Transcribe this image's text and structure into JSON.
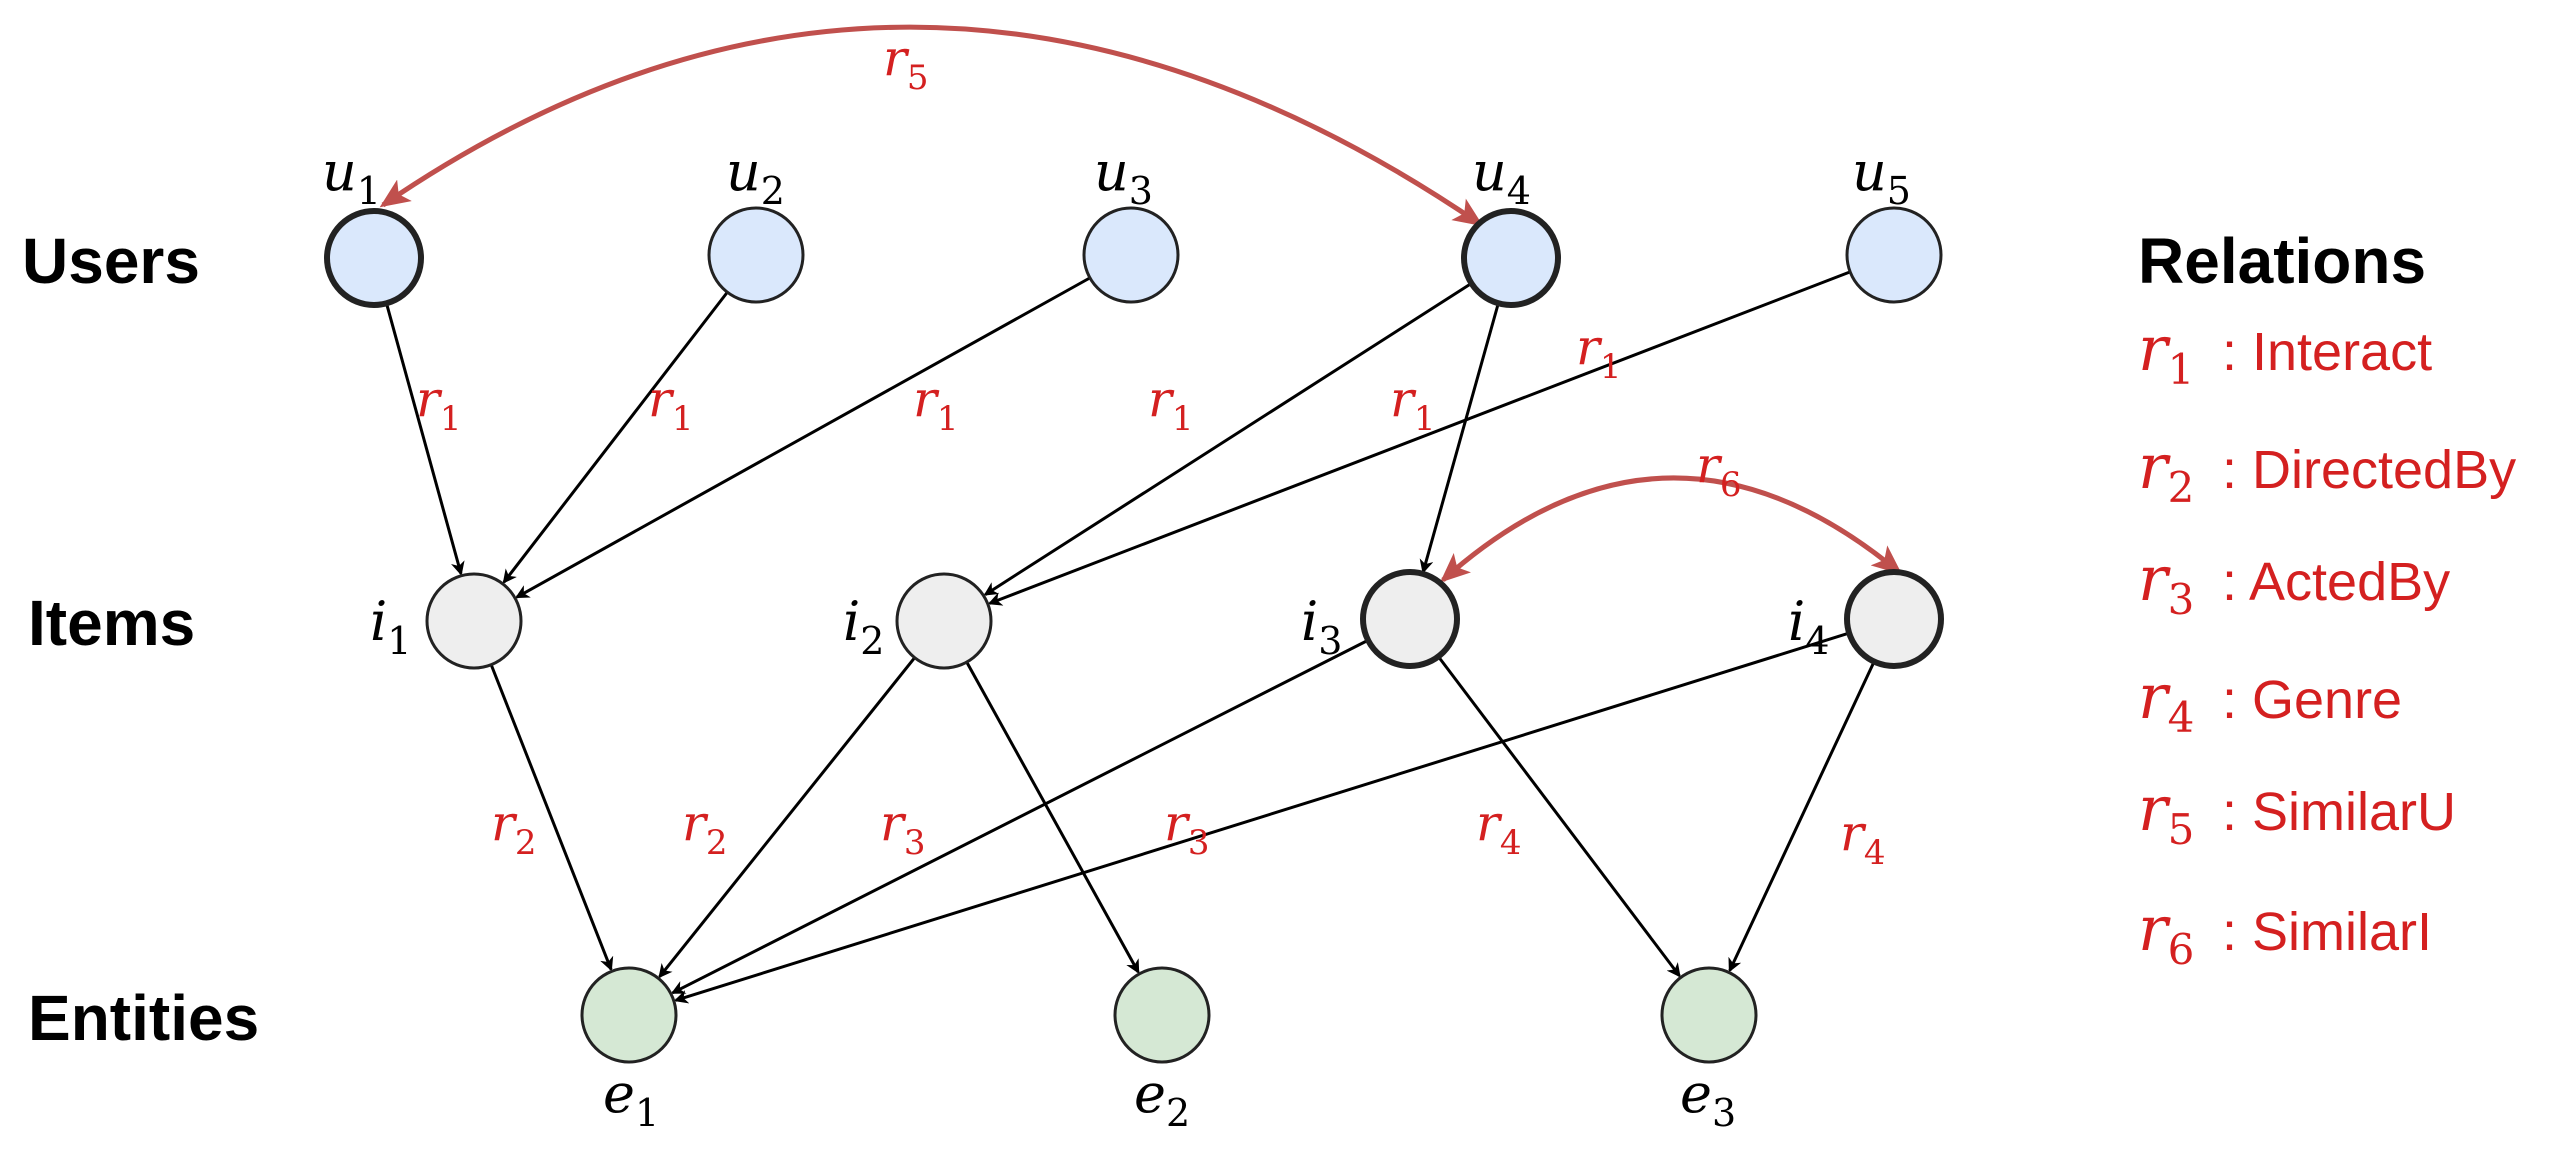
{
  "colors": {
    "relation_text": "#d42020",
    "curved_edge": "#c0504d",
    "user_fill": "#dae8fc",
    "item_fill": "#eeeeee",
    "entity_fill": "#d5e8d4",
    "node_stroke": "#222222",
    "edge": "#000000"
  },
  "rows": {
    "users": "Users",
    "items": "Items",
    "entities": "Entities"
  },
  "legend": {
    "title": "Relations",
    "entries": [
      {
        "sym": "r",
        "sub": "1",
        "text": ": Interact"
      },
      {
        "sym": "r",
        "sub": "2",
        "text": ": DirectedBy"
      },
      {
        "sym": "r",
        "sub": "3",
        "text": ": ActedBy"
      },
      {
        "sym": "r",
        "sub": "4",
        "text": ": Genre"
      },
      {
        "sym": "r",
        "sub": "5",
        "text": ": SimilarU"
      },
      {
        "sym": "r",
        "sub": "6",
        "text": ": SimilarI"
      }
    ]
  },
  "nodes": {
    "users": [
      {
        "id": "u1",
        "sym": "u",
        "sub": "1",
        "emphasized": true
      },
      {
        "id": "u2",
        "sym": "u",
        "sub": "2",
        "emphasized": false
      },
      {
        "id": "u3",
        "sym": "u",
        "sub": "3",
        "emphasized": false
      },
      {
        "id": "u4",
        "sym": "u",
        "sub": "4",
        "emphasized": true
      },
      {
        "id": "u5",
        "sym": "u",
        "sub": "5",
        "emphasized": false
      }
    ],
    "items": [
      {
        "id": "i1",
        "sym": "i",
        "sub": "1",
        "emphasized": false
      },
      {
        "id": "i2",
        "sym": "i",
        "sub": "2",
        "emphasized": false
      },
      {
        "id": "i3",
        "sym": "i",
        "sub": "3",
        "emphasized": true
      },
      {
        "id": "i4",
        "sym": "i",
        "sub": "4",
        "emphasized": true
      }
    ],
    "entities": [
      {
        "id": "e1",
        "sym": "e",
        "sub": "1",
        "emphasized": false
      },
      {
        "id": "e2",
        "sym": "e",
        "sub": "2",
        "emphasized": false
      },
      {
        "id": "e3",
        "sym": "e",
        "sub": "3",
        "emphasized": false
      }
    ]
  },
  "edges": [
    {
      "from": "u1",
      "to": "i1",
      "rel": "1"
    },
    {
      "from": "u2",
      "to": "i1",
      "rel": "1"
    },
    {
      "from": "u3",
      "to": "i1",
      "rel": "1"
    },
    {
      "from": "u4",
      "to": "i2",
      "rel": "1"
    },
    {
      "from": "u4",
      "to": "i3",
      "rel": "1"
    },
    {
      "from": "u5",
      "to": "i2",
      "rel": "1"
    },
    {
      "from": "i1",
      "to": "e1",
      "rel": "2"
    },
    {
      "from": "i2",
      "to": "e1",
      "rel": "2"
    },
    {
      "from": "i2",
      "to": "e2",
      "rel": ""
    },
    {
      "from": "i3",
      "to": "e1",
      "rel": "3"
    },
    {
      "from": "i4",
      "to": "e1",
      "rel": "3"
    },
    {
      "from": "i3",
      "to": "e3",
      "rel": "4"
    },
    {
      "from": "i4",
      "to": "e3",
      "rel": "4"
    }
  ],
  "similar_edges": [
    {
      "from": "u1",
      "to": "u4",
      "rel": "5"
    },
    {
      "from": "i3",
      "to": "i4",
      "rel": "6"
    }
  ]
}
